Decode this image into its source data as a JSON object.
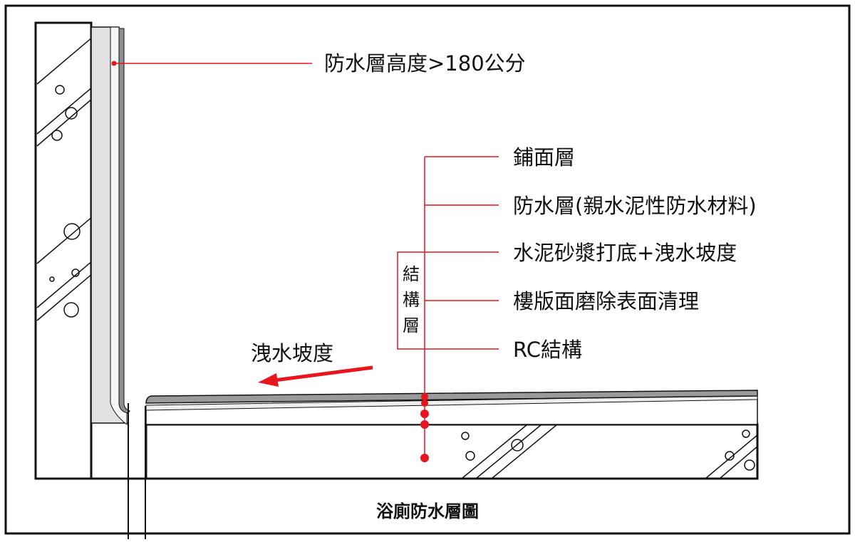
{
  "title": "浴廁防水層圖",
  "wall_label": "防水層高度>180公分",
  "layer_labels": [
    "鋪面層",
    "防水層(親水泥性防水材料)",
    "水泥砂漿打底+洩水坡度",
    "樓版面磨除表面清理",
    "RC結構"
  ],
  "bracket_label": [
    "結",
    "構",
    "層"
  ],
  "slope_label": "洩水坡度",
  "colors": {
    "leader": "#e8141e",
    "outline": "#111111",
    "tile": "#9a9a9a",
    "waterproof": "#d8d8d8"
  }
}
